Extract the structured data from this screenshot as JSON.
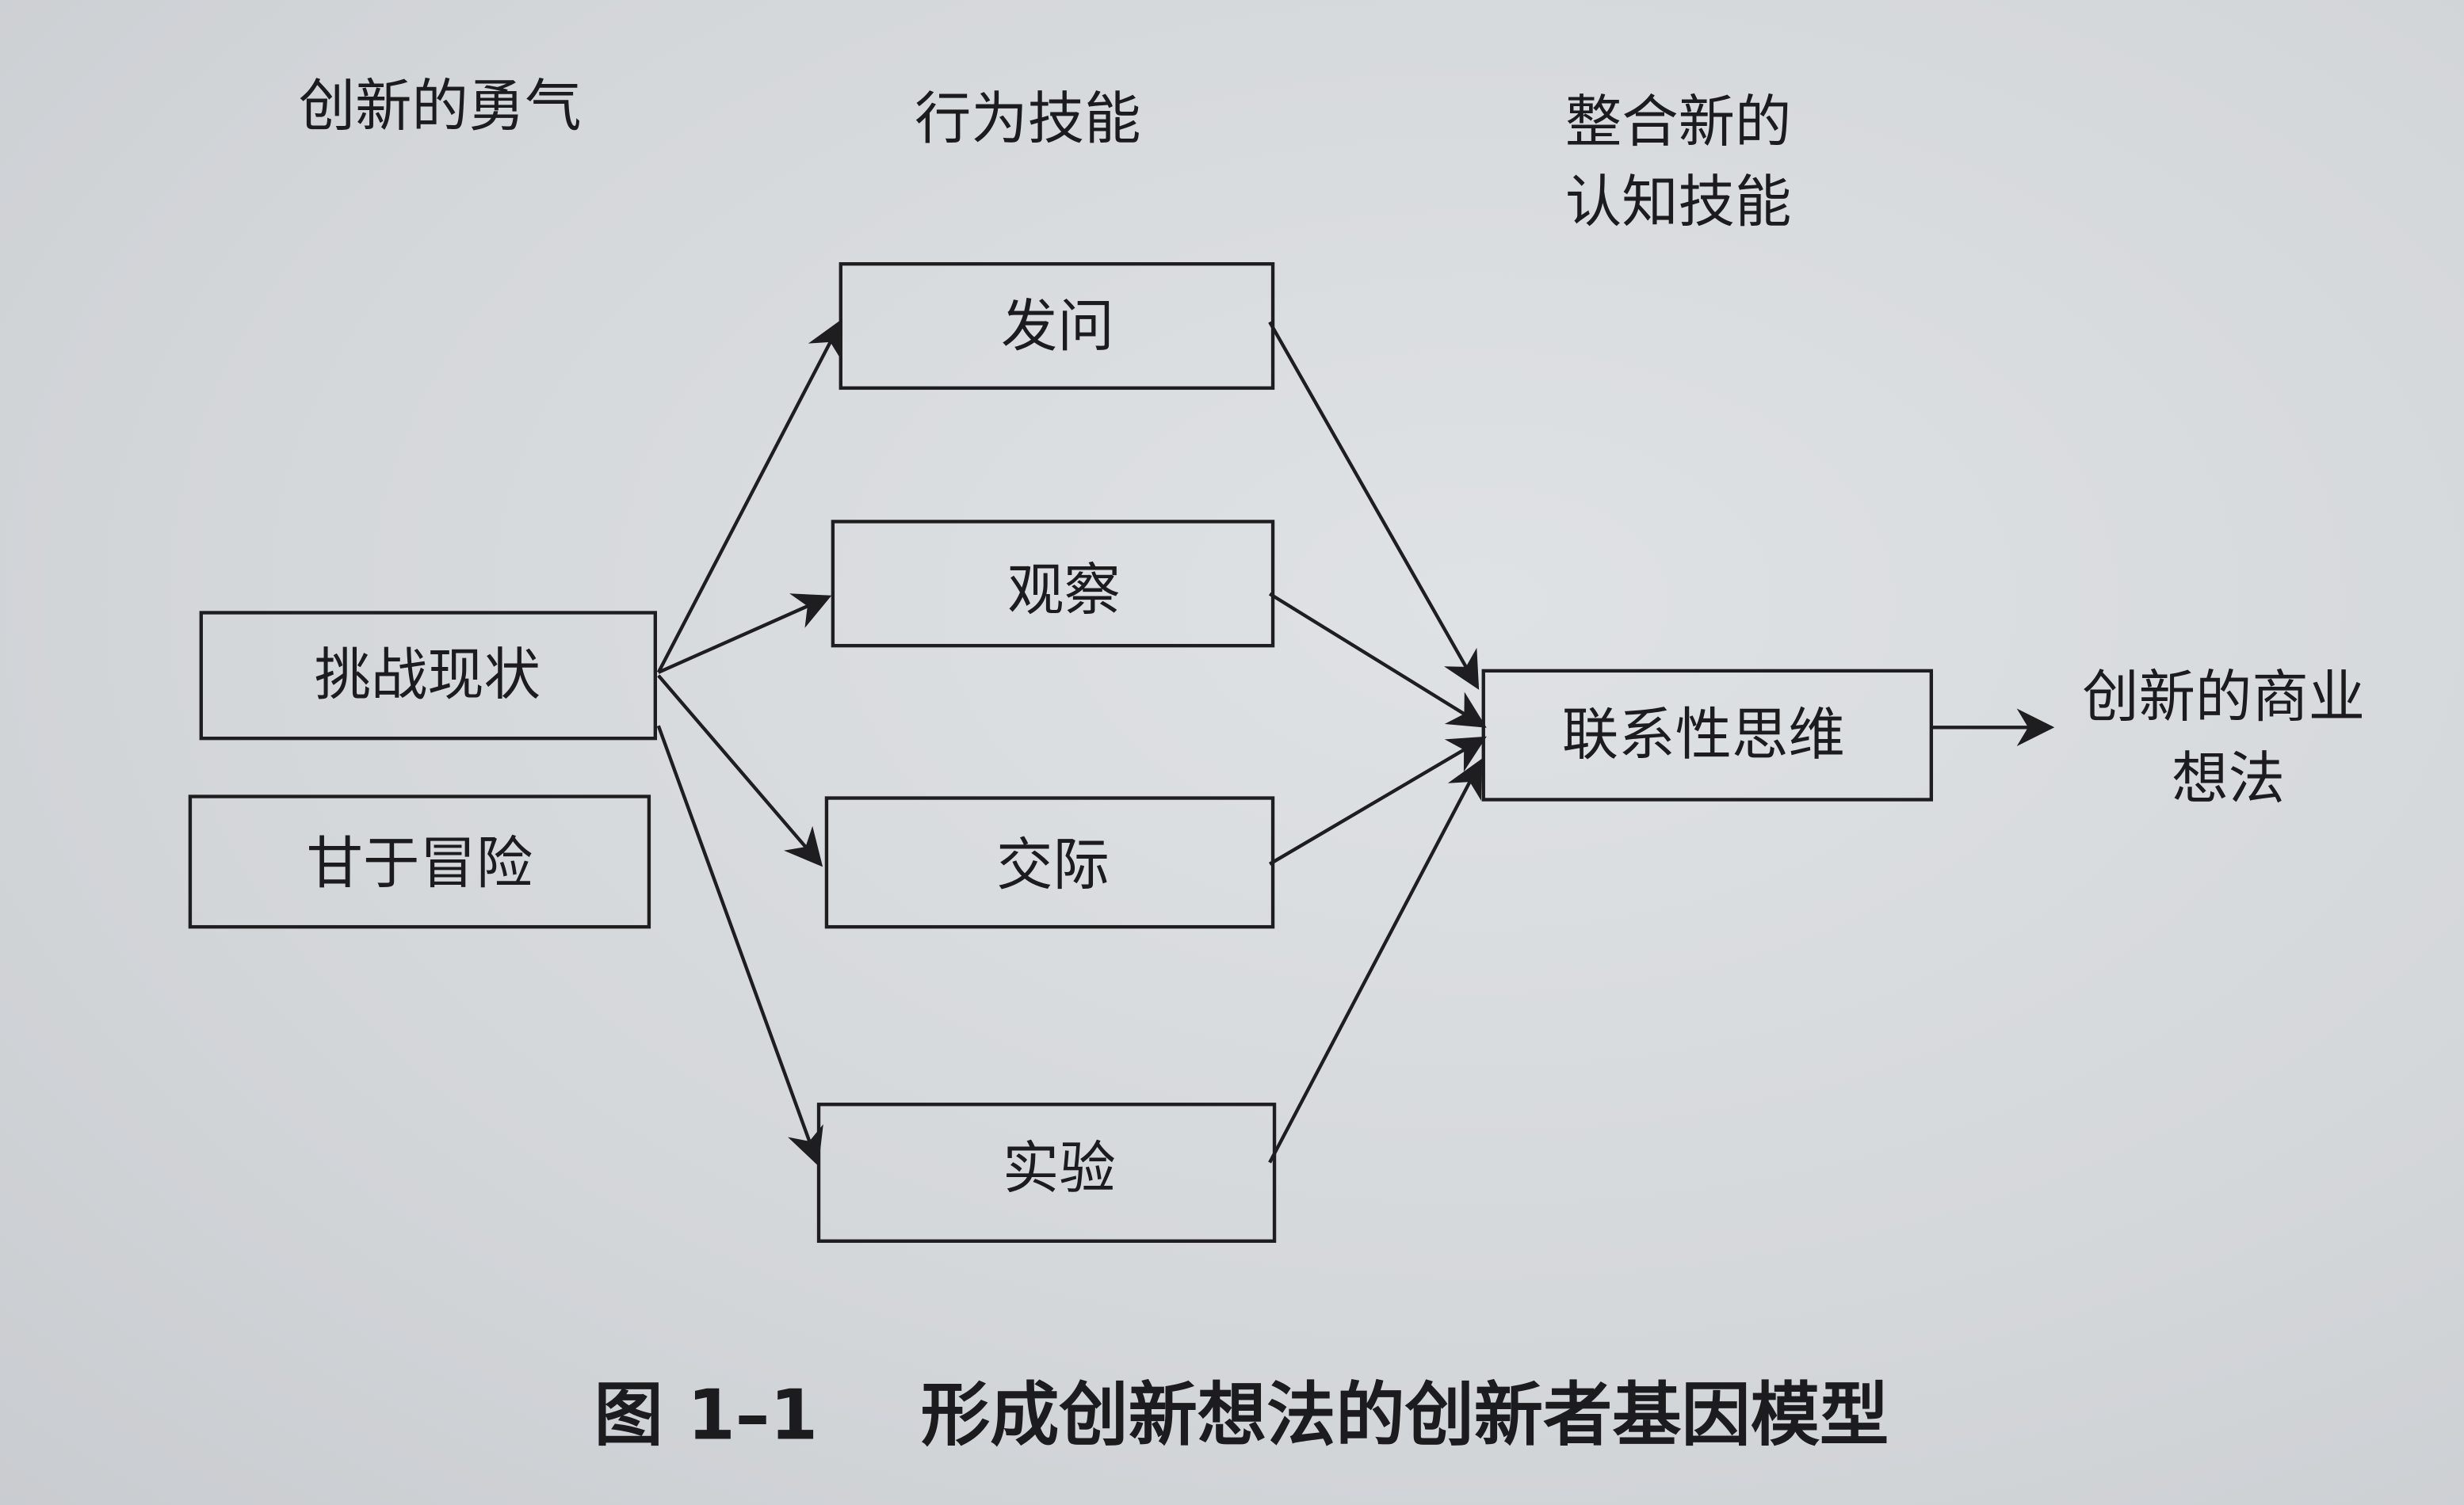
{
  "headers": {
    "courage": "创新的勇气",
    "behavioral": "行为技能",
    "cognitive_line1": "整合新的",
    "cognitive_line2": "认知技能",
    "outcome_line1": "创新的商业",
    "outcome_line2": "想法"
  },
  "courage_boxes": [
    "挑战现状",
    "甘于冒险"
  ],
  "behavior_boxes": [
    "发问",
    "观察",
    "交际",
    "实验"
  ],
  "cognitive_box": "联系性思维",
  "caption": {
    "number": "图 1–1",
    "title": "形成创新想法的创新者基因模型"
  }
}
